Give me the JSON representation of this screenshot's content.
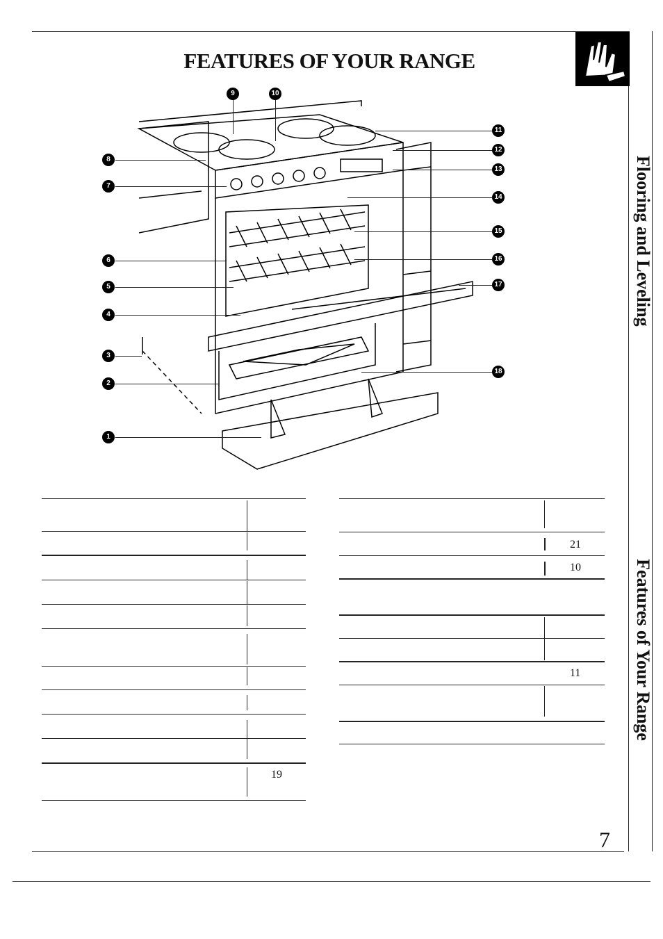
{
  "page": {
    "title": "FEATURES OF YOUR RANGE",
    "side_labels": [
      "Flooring and Leveling",
      "Features of Your Range"
    ],
    "page_number": "7"
  },
  "diagram": {
    "callouts": [
      "1",
      "2",
      "3",
      "4",
      "5",
      "6",
      "7",
      "8",
      "9",
      "10",
      "11",
      "12",
      "13",
      "14",
      "15",
      "16",
      "17",
      "18"
    ]
  },
  "tables": {
    "left_page_refs": [
      "19"
    ],
    "right_page_refs": [
      "21",
      "10",
      "11"
    ]
  }
}
